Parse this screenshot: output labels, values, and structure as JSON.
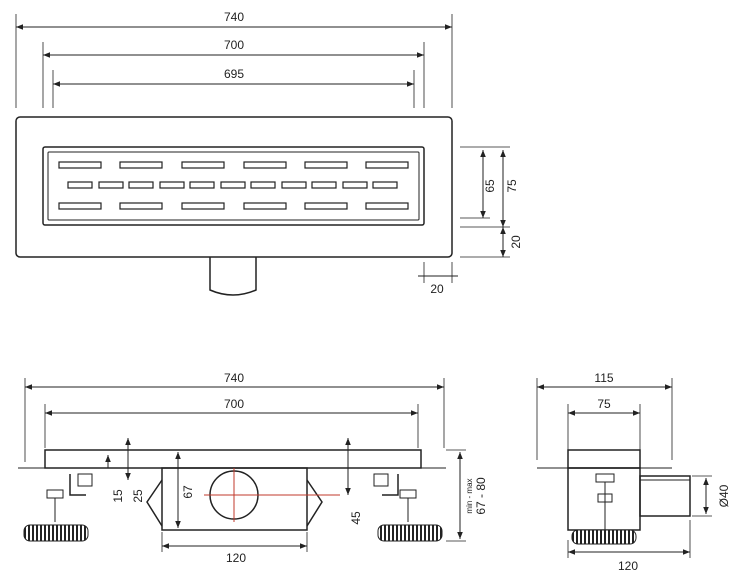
{
  "top_view": {
    "dim_740": "740",
    "dim_700": "700",
    "dim_695": "695",
    "dim_65": "65",
    "dim_75": "75",
    "dim_20_vertical": "20",
    "dim_20_horizontal": "20"
  },
  "front_view": {
    "dim_740": "740",
    "dim_700": "700",
    "dim_15": "15",
    "dim_25": "25",
    "dim_67": "67",
    "dim_45": "45",
    "dim_120": "120",
    "dim_height_range_label": "min - max",
    "dim_height_range": "67 - 80"
  },
  "side_view": {
    "dim_115": "115",
    "dim_75": "75",
    "dim_40": "Ø40",
    "dim_120": "120"
  }
}
